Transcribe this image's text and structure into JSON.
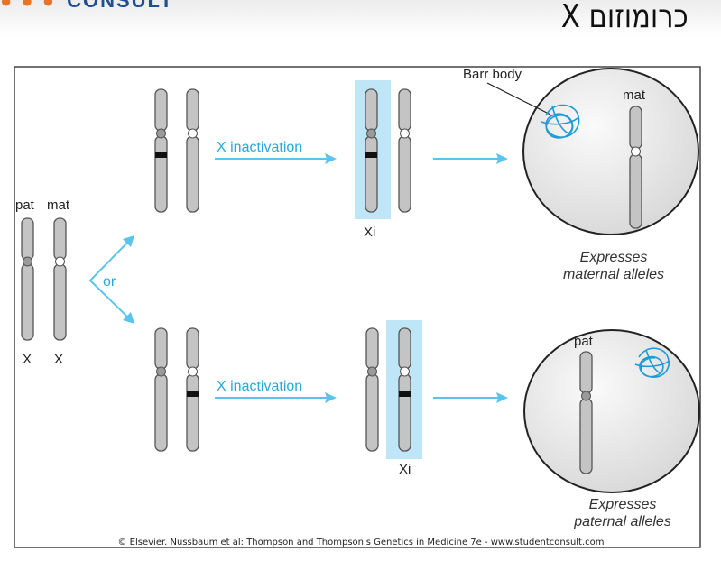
{
  "header": {
    "logo_text": "CONSULT",
    "title": "כרומוזום X"
  },
  "diagram": {
    "initial": {
      "pat_label": "pat",
      "mat_label": "mat",
      "x_label_1": "X",
      "x_label_2": "X"
    },
    "or_label": "or",
    "top_branch": {
      "arrow_label": "X inactivation",
      "xi_label": "Xi",
      "cell_chromosome_label": "mat",
      "barr_body_label": "Barr body",
      "caption_line1": "Expresses",
      "caption_line2": "maternal alleles"
    },
    "bottom_branch": {
      "arrow_label": "X inactivation",
      "xi_label": "Xi",
      "cell_chromosome_label": "pat",
      "caption_line1": "Expresses",
      "caption_line2": "paternal alleles"
    },
    "colors": {
      "arrow": "#5bc4ec",
      "highlight": "#bfe6f7",
      "barr_body": "#1e9ad6",
      "chromosome": "#c4c4c4"
    },
    "copyright": "© Elsevier. Nussbaum et al: Thompson and Thompson's Genetics in Medicine 7e - www.studentconsult.com"
  }
}
